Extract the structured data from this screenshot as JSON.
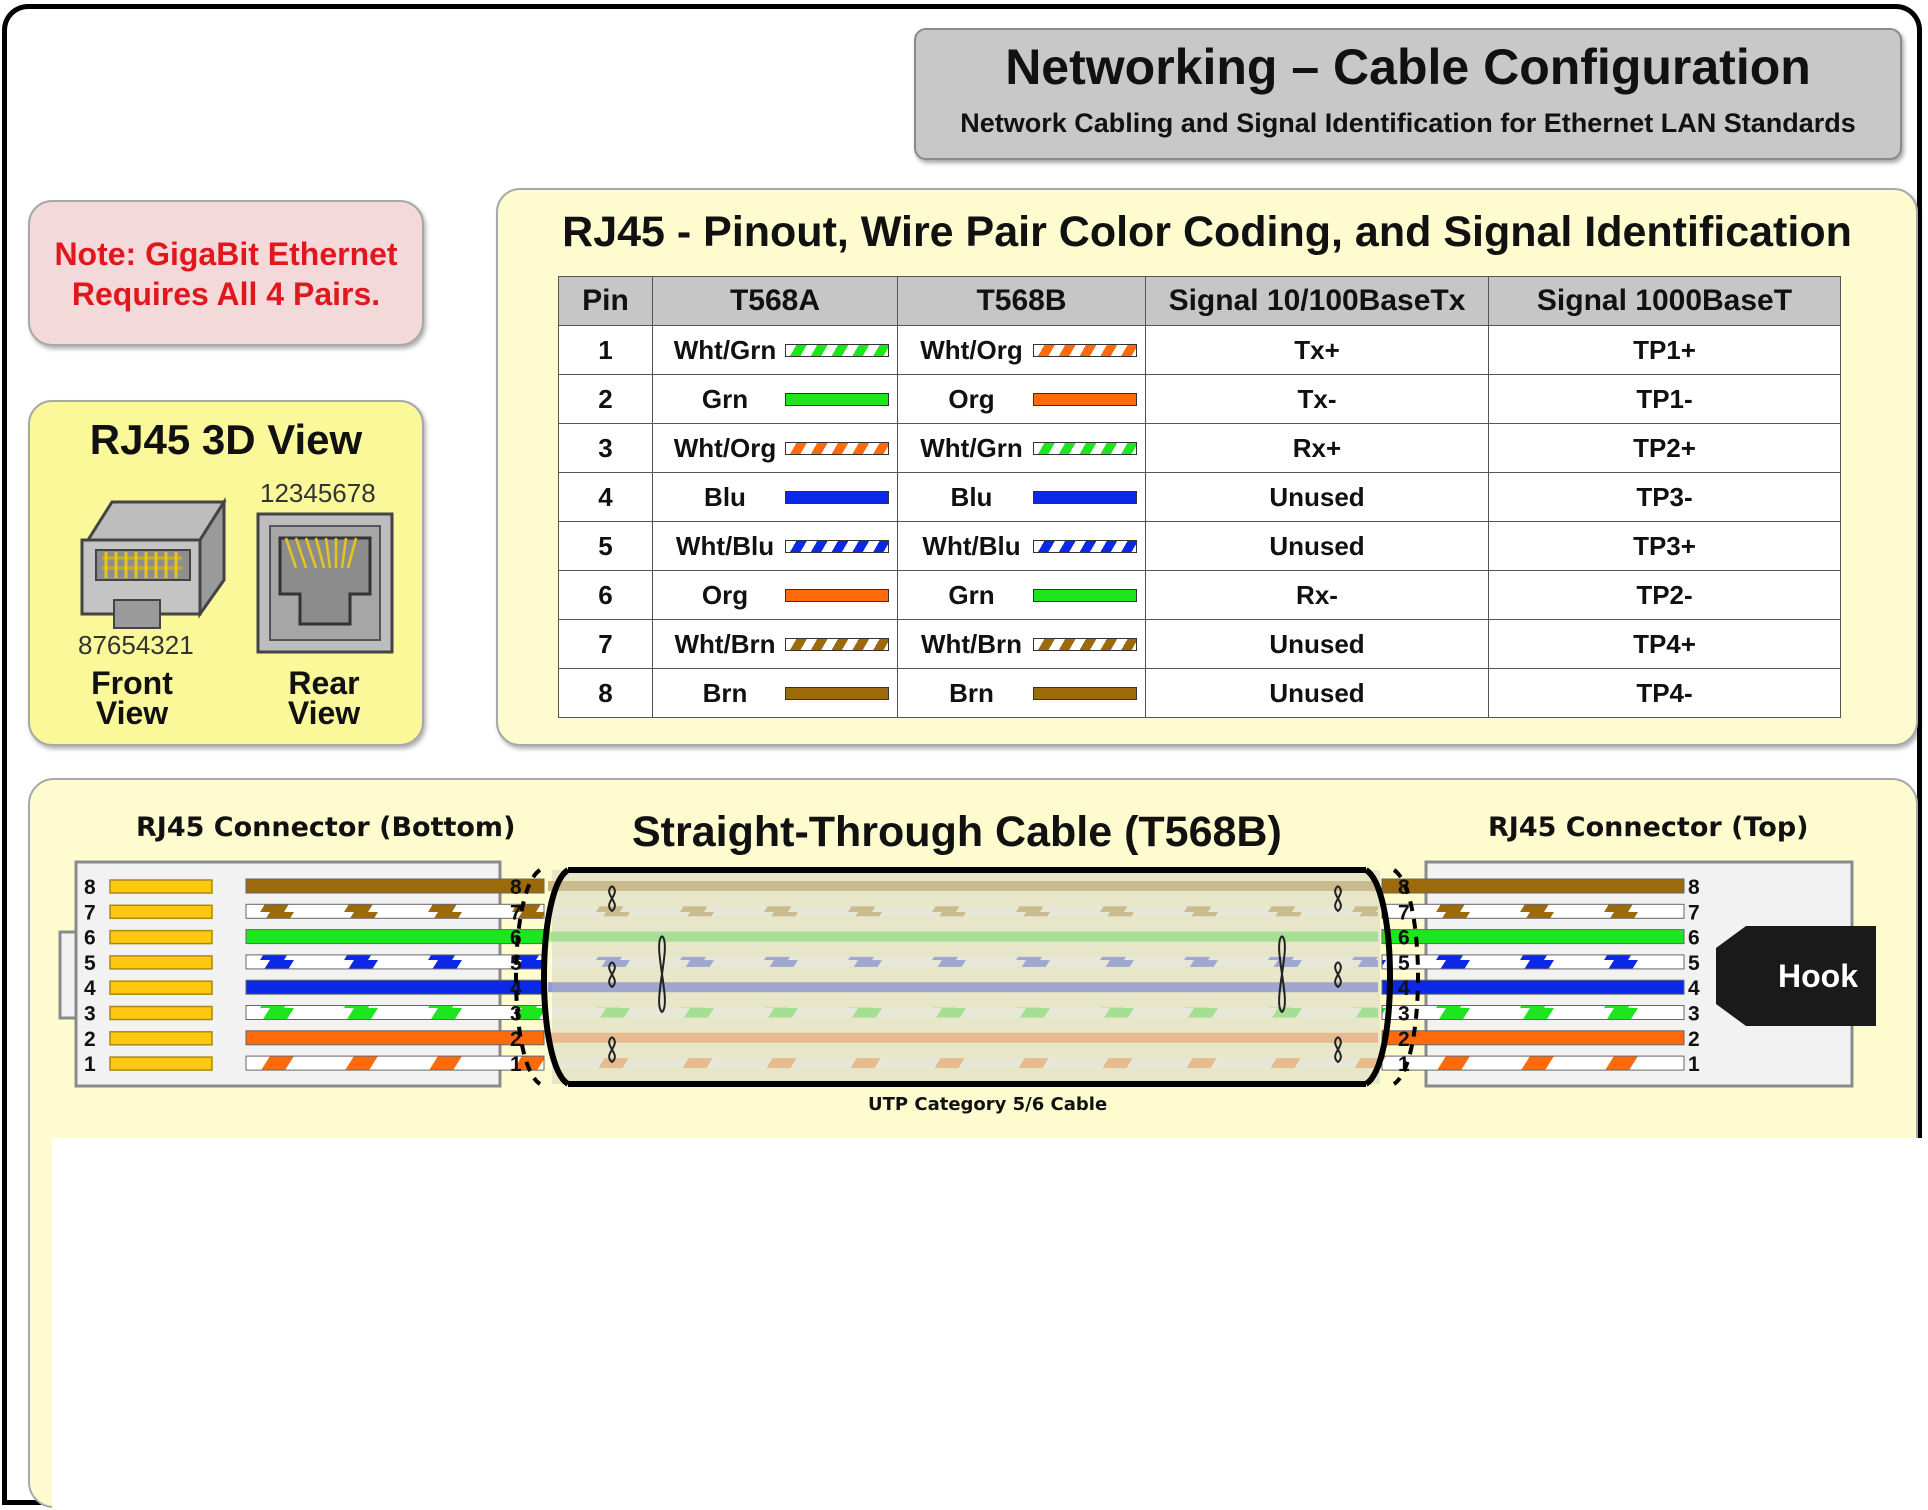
{
  "header": {
    "title": "Networking – Cable Configuration",
    "subtitle": "Network Cabling and Signal Identification for Ethernet LAN Standards"
  },
  "note": {
    "line1": "Note: GigaBit Ethernet",
    "line2": "Requires All 4 Pairs."
  },
  "view3d": {
    "title": "RJ45 3D View",
    "front_numbers": "87654321",
    "rear_numbers": "12345678",
    "front_caption_1": "Front",
    "front_caption_2": "View",
    "rear_caption_1": "Rear",
    "rear_caption_2": "View"
  },
  "pinout": {
    "title": "RJ45 -  Pinout, Wire Pair Color Coding, and Signal Identification",
    "headers": [
      "Pin",
      "T568A",
      "T568B",
      "Signal 10/100BaseTx",
      "Signal 1000BaseT"
    ],
    "rows": [
      {
        "pin": "1",
        "t568a": "Wht/Grn",
        "t568b": "Wht/Org",
        "sig100": "Tx+",
        "sig1000": "TP1+"
      },
      {
        "pin": "2",
        "t568a": "Grn",
        "t568b": "Org",
        "sig100": "Tx-",
        "sig1000": "TP1-"
      },
      {
        "pin": "3",
        "t568a": "Wht/Org",
        "t568b": "Wht/Grn",
        "sig100": "Rx+",
        "sig1000": "TP2+"
      },
      {
        "pin": "4",
        "t568a": "Blu",
        "t568b": "Blu",
        "sig100": "Unused",
        "sig1000": "TP3-"
      },
      {
        "pin": "5",
        "t568a": "Wht/Blu",
        "t568b": "Wht/Blu",
        "sig100": "Unused",
        "sig1000": "TP3+"
      },
      {
        "pin": "6",
        "t568a": "Org",
        "t568b": "Grn",
        "sig100": "Rx-",
        "sig1000": "TP2-"
      },
      {
        "pin": "7",
        "t568a": "Wht/Brn",
        "t568b": "Wht/Brn",
        "sig100": "Unused",
        "sig1000": "TP4+"
      },
      {
        "pin": "8",
        "t568a": "Brn",
        "t568b": "Brn",
        "sig100": "Unused",
        "sig1000": "TP4-"
      }
    ]
  },
  "cable": {
    "title": "Straight-Through Cable (T568B)",
    "left_label": "RJ45 Connector (Bottom)",
    "right_label": "RJ45 Connector (Top)",
    "cable_caption": "UTP Category 5/6 Cable",
    "hook_label": "Hook",
    "wires_top_to_bottom": [
      {
        "pin": "8",
        "color": "brown",
        "striped": false
      },
      {
        "pin": "7",
        "color": "brown",
        "striped": true
      },
      {
        "pin": "6",
        "color": "green",
        "striped": false
      },
      {
        "pin": "5",
        "color": "blue",
        "striped": true
      },
      {
        "pin": "4",
        "color": "blue",
        "striped": false
      },
      {
        "pin": "3",
        "color": "green",
        "striped": true
      },
      {
        "pin": "2",
        "color": "orange",
        "striped": false
      },
      {
        "pin": "1",
        "color": "orange",
        "striped": true
      }
    ]
  },
  "colors": {
    "green": "#1ee61e",
    "orange": "#ff6a0a",
    "blue": "#0a28e6",
    "brown": "#9c6a0a",
    "pin_gold": "#ffc810",
    "panel_yellow": "#fefccf",
    "header_gray": "#c8c8c8",
    "note_red": "#e0181e"
  }
}
